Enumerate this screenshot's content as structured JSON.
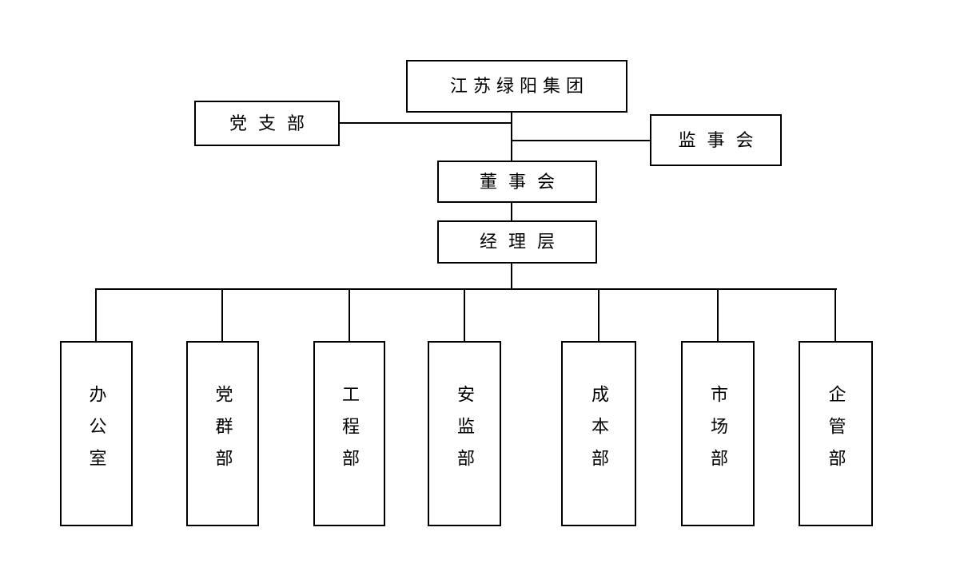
{
  "org_chart": {
    "root": {
      "label": "江苏绿阳集团"
    },
    "governance": {
      "party_branch": {
        "label": "党支部"
      },
      "supervisory_board": {
        "label": "监事会"
      },
      "board_of_directors": {
        "label": "董事会"
      },
      "management_level": {
        "label": "经理层"
      }
    },
    "departments": [
      {
        "label": "办公室"
      },
      {
        "label": "党群部"
      },
      {
        "label": "工程部"
      },
      {
        "label": "安监部"
      },
      {
        "label": "成本部"
      },
      {
        "label": "市场部"
      },
      {
        "label": "企管部"
      }
    ],
    "edges": [
      {
        "from": "江苏绿阳集团",
        "to": "党支部"
      },
      {
        "from": "江苏绿阳集团",
        "to": "监事会"
      },
      {
        "from": "江苏绿阳集团",
        "to": "董事会"
      },
      {
        "from": "董事会",
        "to": "经理层"
      },
      {
        "from": "经理层",
        "to": "办公室"
      },
      {
        "from": "经理层",
        "to": "党群部"
      },
      {
        "from": "经理层",
        "to": "工程部"
      },
      {
        "from": "经理层",
        "to": "安监部"
      },
      {
        "from": "经理层",
        "to": "成本部"
      },
      {
        "from": "经理层",
        "to": "市场部"
      },
      {
        "from": "经理层",
        "to": "企管部"
      }
    ],
    "colors": {
      "background": "#ffffff",
      "box_fill": "#ffffff",
      "box_border": "#000000",
      "line": "#000000",
      "text": "#000000"
    }
  }
}
